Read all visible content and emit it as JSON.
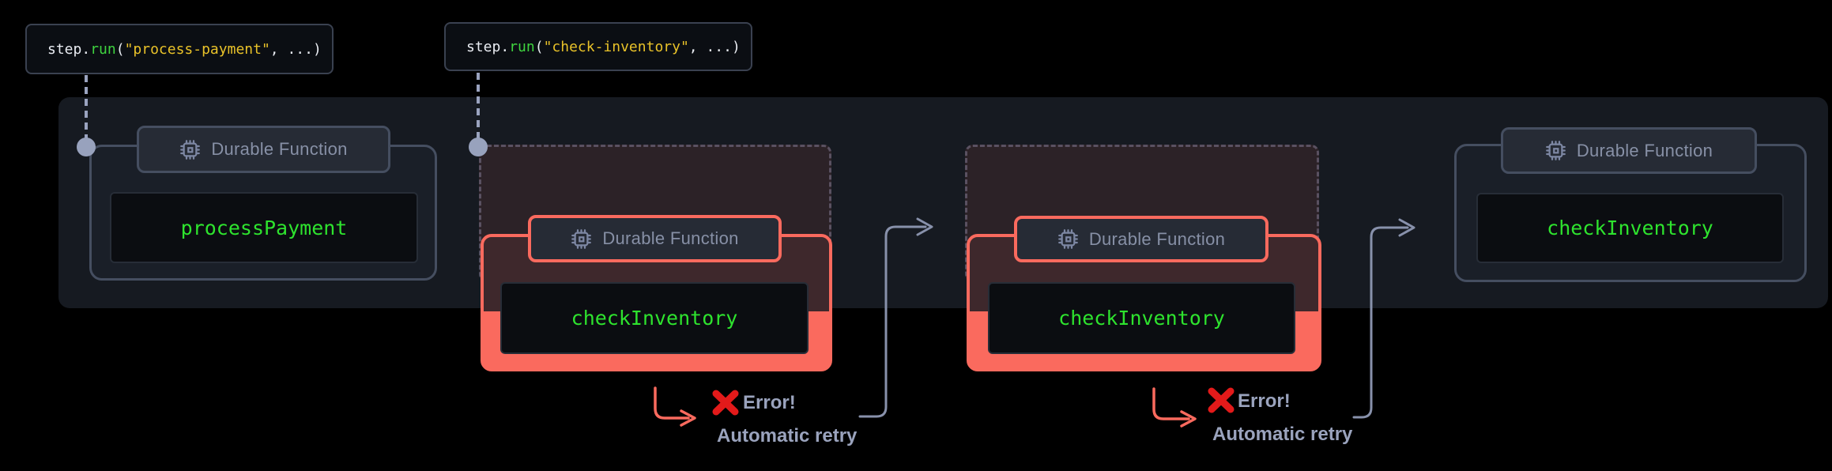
{
  "diagram": {
    "badge_label": "Durable Function",
    "snippets": [
      {
        "object": "step",
        "dot": ".",
        "method": "run",
        "open_paren": "(",
        "argument": "\"process-payment\"",
        "close": ", ...)"
      },
      {
        "object": "step",
        "dot": ".",
        "method": "run",
        "open_paren": "(",
        "argument": "\"check-inventory\"",
        "close": ", ...)"
      }
    ],
    "functions": [
      {
        "name": "processPayment",
        "status": "success"
      },
      {
        "name": "checkInventory",
        "status": "error"
      },
      {
        "name": "checkInventory",
        "status": "error"
      },
      {
        "name": "checkInventory",
        "status": "success"
      }
    ],
    "annotations": [
      {
        "error": "Error!",
        "retry": "Automatic retry"
      },
      {
        "error": "Error!",
        "retry": "Automatic retry"
      }
    ],
    "icons": {
      "badge_icon": "cpu-chip-icon",
      "error_icon": "error-x-icon",
      "flow_icon": "arrow-right-icon",
      "step_marker": "step-start-dot"
    },
    "colors": {
      "background": "#000000",
      "band": "#161a21",
      "panel_border": "#454e60",
      "badge_fill": "#262b35",
      "badge_text": "#8790a6",
      "name_green": "#2ee32e",
      "method_green": "#3fd33f",
      "string_yellow": "#e9c229",
      "error_salmon": "#fa6a5e",
      "error_x_red": "#e31a1a",
      "annotation_text": "#9aa3bd",
      "retry_arrow_gray": "#8891ab",
      "dot_gray": "#98a2bd"
    }
  }
}
